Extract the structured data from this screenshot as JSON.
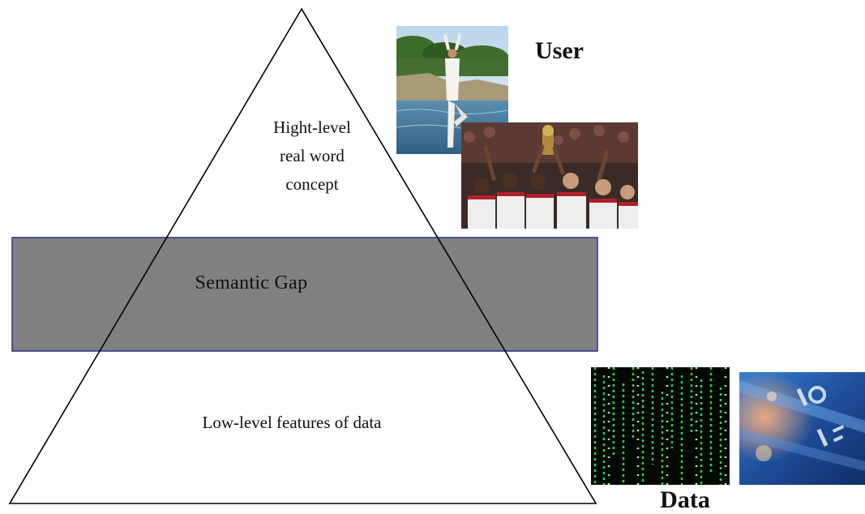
{
  "diagram": {
    "concept_lines": [
      "Hight-level",
      "real word",
      "concept"
    ],
    "gap_label": "Semantic Gap",
    "lowlevel_label": "Low-level features of data",
    "user_label": "User",
    "data_label": "Data"
  },
  "colors": {
    "gap_band_fill": "#808080",
    "gap_band_border": "#2a2e8a",
    "triangle_stroke": "#000000",
    "label_text": "#111111"
  },
  "images": [
    {
      "name": "yoga-woman-photo",
      "depicts": "woman in yoga tree pose by the sea"
    },
    {
      "name": "football-team-photo",
      "depicts": "football players celebrating with a trophy"
    },
    {
      "name": "matrix-code-photo",
      "depicts": "green digital rain code"
    },
    {
      "name": "blue-digits-photo",
      "depicts": "blue glowing digits"
    }
  ]
}
